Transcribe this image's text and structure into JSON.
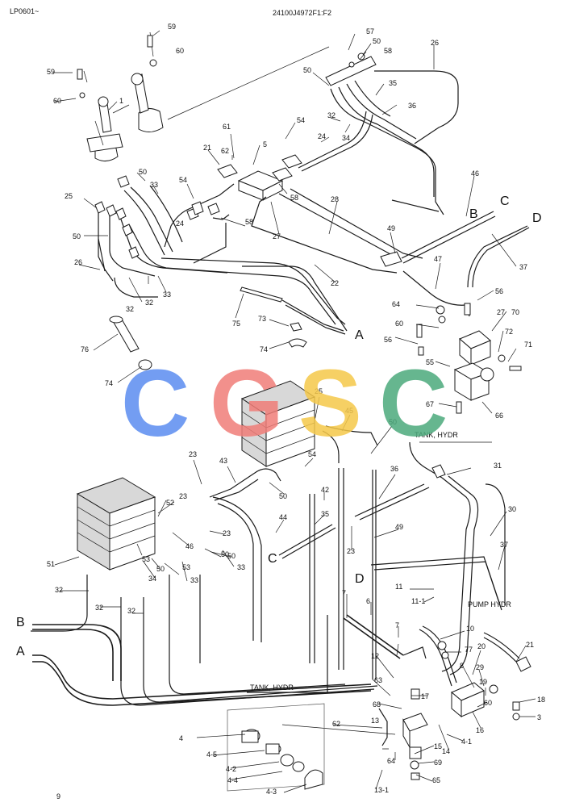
{
  "header": {
    "left_code": "LP0601~",
    "drawing_number": "24100J4972F1:F2"
  },
  "watermark": {
    "letters": [
      "C",
      "G",
      "S",
      "C"
    ],
    "colors": [
      "#5b8df0",
      "#f07d78",
      "#f5c84a",
      "#4caa7c"
    ]
  },
  "route_labels": {
    "A": "A",
    "B": "B",
    "C": "C",
    "D": "D"
  },
  "notes": {
    "tank_hydr_top": "TANK, HYDR",
    "tank_hydr_bottom": "TANK, HYDR",
    "pump_hydr": "PUMP HYDR"
  },
  "callouts": [
    "59",
    "60",
    "59",
    "60",
    "1",
    "57",
    "50",
    "58",
    "26",
    "50",
    "35",
    "32",
    "36",
    "34",
    "24",
    "61",
    "62",
    "5",
    "21",
    "54",
    "58",
    "50",
    "33",
    "25",
    "50",
    "54",
    "24",
    "58",
    "27",
    "28",
    "46",
    "49",
    "22",
    "26",
    "32",
    "32",
    "33",
    "75",
    "73",
    "74",
    "76",
    "74",
    "64",
    "60",
    "47",
    "37",
    "56",
    "27",
    "70",
    "72",
    "71",
    "56",
    "55",
    "67",
    "66",
    "25",
    "45",
    "50",
    "23",
    "43",
    "54",
    "50",
    "31",
    "30",
    "36",
    "42",
    "52",
    "23",
    "23",
    "50",
    "53",
    "46",
    "35",
    "44",
    "49",
    "23",
    "50",
    "53",
    "51",
    "34",
    "50",
    "33",
    "33",
    "37",
    "32",
    "32",
    "32",
    "11",
    "11-1",
    "6",
    "7",
    "7",
    "10",
    "77",
    "20",
    "21",
    "12",
    "63",
    "17",
    "8",
    "29",
    "19",
    "18",
    "68",
    "60",
    "16",
    "3",
    "62",
    "4",
    "4-5",
    "4-2",
    "4-4",
    "4-3",
    "4-1",
    "14",
    "15",
    "69",
    "65",
    "64",
    "13-1",
    "13",
    "9"
  ]
}
